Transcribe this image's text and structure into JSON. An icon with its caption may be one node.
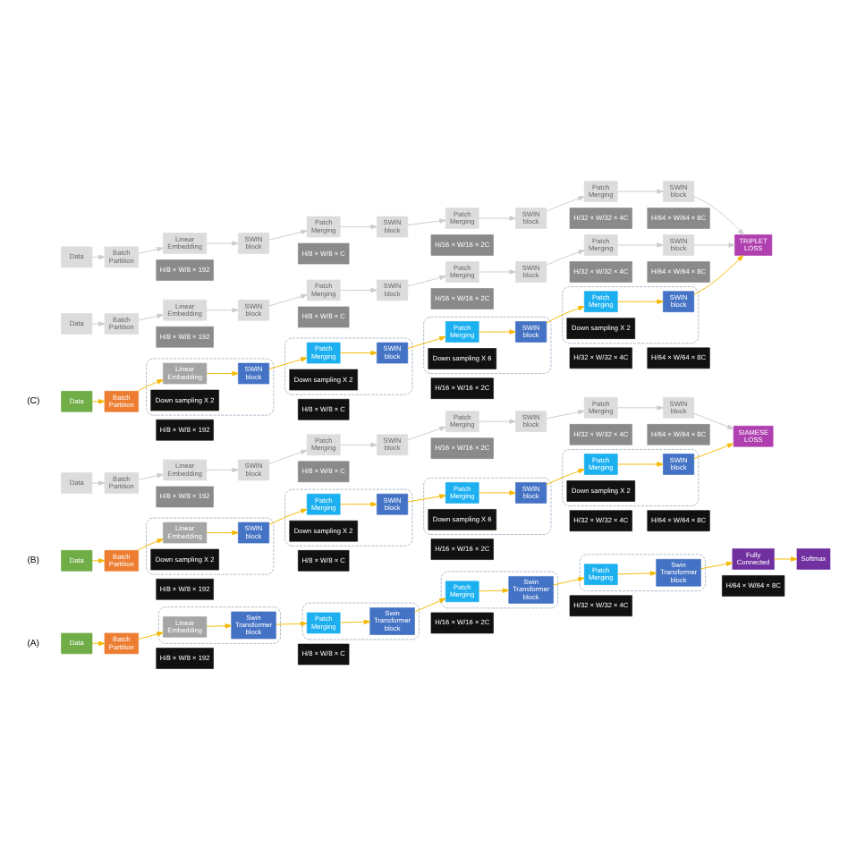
{
  "diagram": {
    "nodes": [
      {
        "text": [
          "Data"
        ]
      },
      {
        "text": [
          "Batch Partition"
        ]
      },
      {
        "text": [],
        "shape": "box"
      },
      {
        "text": [
          "Linear Embedding"
        ],
        "in": 2
      },
      {
        "text": [
          "Swin Transformer block"
        ],
        "in": 2
      },
      {
        "text": [],
        "shape": "box"
      },
      {
        "text": [
          "Patch Merging"
        ],
        "in": 5
      },
      {
        "text": [
          "Swin Transformer block"
        ],
        "in": 5
      },
      {
        "text": [],
        "shape": "box"
      },
      {
        "text": [
          "Patch Merging"
        ],
        "in": 8
      },
      {
        "text": [
          "Swin Transformer block"
        ],
        "in": 8
      },
      {
        "text": [],
        "shape": "box"
      },
      {
        "text": [
          "Patch Merging"
        ],
        "in": 11
      },
      {
        "text": [
          "Swin Transformer block"
        ],
        "in": 11
      },
      {
        "text": [
          "Fully Connected"
        ]
      },
      {
        "text": [
          "Softmax"
        ]
      },
      {
        "text": [
          "H/8 × W/8 × 192"
        ]
      },
      {
        "text": [
          "H/8 × W/8 × C"
        ]
      },
      {
        "text": [
          "H/16 × W/16 × 2C"
        ]
      },
      {
        "text": [
          "H/32 × W/32 × 4C"
        ]
      },
      {
        "text": [
          "H/64 × W/64 × 8C"
        ]
      },
      {
        "text": [
          "Data"
        ]
      },
      {
        "text": [
          "Batch Partition"
        ]
      },
      {
        "text": [
          "Linear Embedding"
        ]
      },
      {
        "text": [
          "SWIN block"
        ]
      },
      {
        "text": [
          "Patch Merging"
        ]
      },
      {
        "text": [
          "SWIN block"
        ]
      },
      {
        "text": [
          "Patch Merging"
        ]
      },
      {
        "text": [
          "SWIN block"
        ]
      },
      {
        "text": [
          "Patch Merging"
        ]
      },
      {
        "text": [
          "SWIN block"
        ]
      },
      {
        "text": [
          "H/8 × W/8 × 192"
        ]
      },
      {
        "text": [
          "H/8 × W/8 × C"
        ]
      },
      {
        "text": [
          "H/16 × W/16 × 2C"
        ]
      },
      {
        "text": [
          "H/32 × W/32 × 4C"
        ]
      },
      {
        "text": [
          "H/64 × W/64 × 8C"
        ]
      },
      {
        "text": [
          "Data"
        ]
      },
      {
        "text": [
          "Batch Partition"
        ]
      },
      {
        "text": [],
        "shape": "box"
      },
      {
        "text": [
          "Linear Embedding"
        ],
        "in": 38
      },
      {
        "text": [
          "SWIN block"
        ],
        "in": 38
      },
      {
        "text": [
          "Down sampling X 2"
        ],
        "in": 38
      },
      {
        "text": [],
        "shape": "box"
      },
      {
        "text": [
          "Patch Merging"
        ],
        "in": 42
      },
      {
        "text": [
          "SWIN block"
        ],
        "in": 42
      },
      {
        "text": [
          "Down sampling X 2"
        ],
        "in": 42
      },
      {
        "text": [],
        "shape": "box"
      },
      {
        "text": [
          "Patch Merging"
        ],
        "in": 46
      },
      {
        "text": [
          "SWIN block"
        ],
        "in": 46
      },
      {
        "text": [
          "Down sampling X 6"
        ],
        "in": 46
      },
      {
        "text": [],
        "shape": "box"
      },
      {
        "text": [
          "Patch Merging"
        ],
        "in": 50
      },
      {
        "text": [
          "SWIN block"
        ],
        "in": 50
      },
      {
        "text": [
          "Down sampling X 2"
        ],
        "in": 50
      },
      {
        "text": [
          "H/8 × W/8 × 192"
        ]
      },
      {
        "text": [
          "H/8 × W/8 × C"
        ]
      },
      {
        "text": [
          "H/16 × W/16 × 2C"
        ]
      },
      {
        "text": [
          "H/32 × W/32 × 4C"
        ]
      },
      {
        "text": [
          "H/64 × W/64 × 8C"
        ]
      },
      {
        "text": [
          "SIAMESE LOSS"
        ]
      },
      {
        "text": [
          "Data"
        ]
      },
      {
        "text": [
          "Batch Partition"
        ]
      },
      {
        "text": [
          "Linear Embedding"
        ]
      },
      {
        "text": [
          "SWIN block"
        ]
      },
      {
        "text": [
          "Patch Merging"
        ]
      },
      {
        "text": [
          "SWIN block"
        ]
      },
      {
        "text": [
          "Patch Merging"
        ]
      },
      {
        "text": [
          "SWIN block"
        ]
      },
      {
        "text": [
          "Patch Merging"
        ]
      },
      {
        "text": [
          "SWIN block"
        ]
      },
      {
        "text": [
          "H/8 × W/8 × 192"
        ]
      },
      {
        "text": [
          "H/8 × W/8 × C"
        ]
      },
      {
        "text": [
          "H/16 × W/16 × 2C"
        ]
      },
      {
        "text": [
          "H/32 × W/32 × 4C"
        ]
      },
      {
        "text": [
          "H/64 × W/64 × 8C"
        ]
      },
      {
        "text": [
          "Data"
        ]
      },
      {
        "text": [
          "Batch Partition"
        ]
      },
      {
        "text": [
          "Linear Embedding"
        ]
      },
      {
        "text": [
          "SWIN block"
        ]
      },
      {
        "text": [
          "Patch Merging"
        ]
      },
      {
        "text": [
          "SWIN block"
        ]
      },
      {
        "text": [
          "Patch Merging"
        ]
      },
      {
        "text": [
          "SWIN block"
        ]
      },
      {
        "text": [
          "Patch Merging"
        ]
      },
      {
        "text": [
          "SWIN block"
        ]
      },
      {
        "text": [
          "H/8 × W/8 × 192"
        ]
      },
      {
        "text": [
          "H/8 × W/8 × C"
        ]
      },
      {
        "text": [
          "H/16 × W/16 × 2C"
        ]
      },
      {
        "text": [
          "H/32 × W/32 × 4C"
        ]
      },
      {
        "text": [
          "H/64 × W/64 × 8C"
        ]
      },
      {
        "text": [
          "Data"
        ]
      },
      {
        "text": [
          "Batch Partition"
        ]
      },
      {
        "text": [],
        "shape": "box"
      },
      {
        "text": [
          "Linear Embedding"
        ],
        "in": 92
      },
      {
        "text": [
          "SWIN block"
        ],
        "in": 92
      },
      {
        "text": [
          "Down sampling X 2"
        ],
        "in": 92
      },
      {
        "text": [],
        "shape": "box"
      },
      {
        "text": [
          "Patch Merging"
        ],
        "in": 96
      },
      {
        "text": [
          "SWIN block"
        ],
        "in": 96
      },
      {
        "text": [
          "Down sampling X 2"
        ],
        "in": 96
      },
      {
        "text": [],
        "shape": "box"
      },
      {
        "text": [
          "Patch Merging"
        ],
        "in": 100
      },
      {
        "text": [
          "SWIN block"
        ],
        "in": 100
      },
      {
        "text": [
          "Down sampling X 6"
        ],
        "in": 100
      },
      {
        "text": [],
        "shape": "box"
      },
      {
        "text": [
          "Patch Merging"
        ],
        "in": 104
      },
      {
        "text": [
          "SWIN block"
        ],
        "in": 104
      },
      {
        "text": [
          "Down sampling X 2"
        ],
        "in": 104
      },
      {
        "text": [
          "H/8 × W/8 × 192"
        ]
      },
      {
        "text": [
          "H/8 × W/8 × C"
        ]
      },
      {
        "text": [
          "H/16 × W/16 × 2C"
        ]
      },
      {
        "text": [
          "H/32 × W/32 × 4C"
        ]
      },
      {
        "text": [
          "H/64 × W/64 × 8C"
        ]
      },
      {
        "text": [
          "TRIPLET LOSS"
        ]
      }
    ],
    "edges": [
      {
        "from": 0,
        "to": 1,
        "arrow": "to"
      },
      {
        "from": 1,
        "to": 3,
        "arrow": "to"
      },
      {
        "from": 3,
        "to": 4,
        "arrow": "to"
      },
      {
        "from": 4,
        "to": 6,
        "arrow": "to"
      },
      {
        "from": 6,
        "to": 7,
        "arrow": "to"
      },
      {
        "from": 7,
        "to": 9,
        "arrow": "to"
      },
      {
        "from": 9,
        "to": 10,
        "arrow": "to"
      },
      {
        "from": 10,
        "to": 12,
        "arrow": "to"
      },
      {
        "from": 12,
        "to": 13,
        "arrow": "to"
      },
      {
        "from": 13,
        "to": 14,
        "arrow": "to"
      },
      {
        "from": 14,
        "to": 15,
        "arrow": "to"
      },
      {
        "from": 21,
        "to": 22,
        "arrow": "to",
        "color": "#cccccc"
      },
      {
        "from": 22,
        "to": 23,
        "arrow": "to",
        "color": "#cccccc"
      },
      {
        "from": 23,
        "to": 24,
        "arrow": "to",
        "color": "#cccccc"
      },
      {
        "from": 24,
        "to": 25,
        "arrow": "to",
        "color": "#cccccc"
      },
      {
        "from": 25,
        "to": 26,
        "arrow": "to",
        "color": "#cccccc"
      },
      {
        "from": 26,
        "to": 27,
        "arrow": "to",
        "color": "#cccccc"
      },
      {
        "from": 27,
        "to": 28,
        "arrow": "to",
        "color": "#cccccc"
      },
      {
        "from": 28,
        "to": 29,
        "arrow": "to",
        "color": "#cccccc"
      },
      {
        "from": 29,
        "to": 30,
        "arrow": "to",
        "color": "#cccccc"
      },
      {
        "from": 30,
        "to": 59,
        "arrow": "to",
        "color": "#cccccc"
      },
      {
        "from": 36,
        "to": 37,
        "arrow": "to"
      },
      {
        "from": 37,
        "to": 39,
        "arrow": "to"
      },
      {
        "from": 39,
        "to": 40,
        "arrow": "to"
      },
      {
        "from": 40,
        "to": 43,
        "arrow": "to"
      },
      {
        "from": 43,
        "to": 44,
        "arrow": "to"
      },
      {
        "from": 44,
        "to": 47,
        "arrow": "to"
      },
      {
        "from": 47,
        "to": 48,
        "arrow": "to"
      },
      {
        "from": 48,
        "to": 51,
        "arrow": "to"
      },
      {
        "from": 51,
        "to": 52,
        "arrow": "to"
      },
      {
        "from": 52,
        "to": 59,
        "arrow": "to"
      },
      {
        "from": 60,
        "to": 61,
        "arrow": "to",
        "color": "#cccccc"
      },
      {
        "from": 61,
        "to": 62,
        "arrow": "to",
        "color": "#cccccc"
      },
      {
        "from": 62,
        "to": 63,
        "arrow": "to",
        "color": "#cccccc"
      },
      {
        "from": 63,
        "to": 64,
        "arrow": "to",
        "color": "#cccccc"
      },
      {
        "from": 64,
        "to": 65,
        "arrow": "to",
        "color": "#cccccc"
      },
      {
        "from": 65,
        "to": 66,
        "arrow": "to",
        "color": "#cccccc"
      },
      {
        "from": 66,
        "to": 67,
        "arrow": "to",
        "color": "#cccccc"
      },
      {
        "from": 67,
        "to": 68,
        "arrow": "to",
        "color": "#cccccc"
      },
      {
        "from": 68,
        "to": 69,
        "arrow": "to",
        "color": "#cccccc"
      },
      {
        "from": 69,
        "to": 113,
        "arrow": "to",
        "color": "#cccccc"
      },
      {
        "from": 75,
        "to": 76,
        "arrow": "to",
        "color": "#cccccc"
      },
      {
        "from": 76,
        "to": 77,
        "arrow": "to",
        "color": "#cccccc"
      },
      {
        "from": 77,
        "to": 78,
        "arrow": "to",
        "color": "#cccccc"
      },
      {
        "from": 78,
        "to": 79,
        "arrow": "to",
        "color": "#cccccc"
      },
      {
        "from": 79,
        "to": 80,
        "arrow": "to",
        "color": "#cccccc"
      },
      {
        "from": 80,
        "to": 81,
        "arrow": "to",
        "color": "#cccccc"
      },
      {
        "from": 81,
        "to": 82,
        "arrow": "to",
        "color": "#cccccc"
      },
      {
        "from": 82,
        "to": 83,
        "arrow": "to",
        "color": "#cccccc"
      },
      {
        "from": 83,
        "to": 84,
        "arrow": "to",
        "color": "#cccccc"
      },
      {
        "from": 84,
        "to": 113,
        "arrow": "to",
        "color": "#cccccc"
      },
      {
        "from": 90,
        "to": 91,
        "arrow": "to"
      },
      {
        "from": 91,
        "to": 93,
        "arrow": "to"
      },
      {
        "from": 93,
        "to": 94,
        "arrow": "to"
      },
      {
        "from": 94,
        "to": 97,
        "arrow": "to"
      },
      {
        "from": 97,
        "to": 98,
        "arrow": "to"
      },
      {
        "from": 98,
        "to": 101,
        "arrow": "to"
      },
      {
        "from": 101,
        "to": 102,
        "arrow": "to"
      },
      {
        "from": 102,
        "to": 105,
        "arrow": "to"
      },
      {
        "from": 105,
        "to": 106,
        "arrow": "to"
      },
      {
        "from": 106,
        "to": 113,
        "arrow": "to"
      }
    ],
    "labels": [
      "(A)",
      "(B)",
      "(C)"
    ]
  }
}
